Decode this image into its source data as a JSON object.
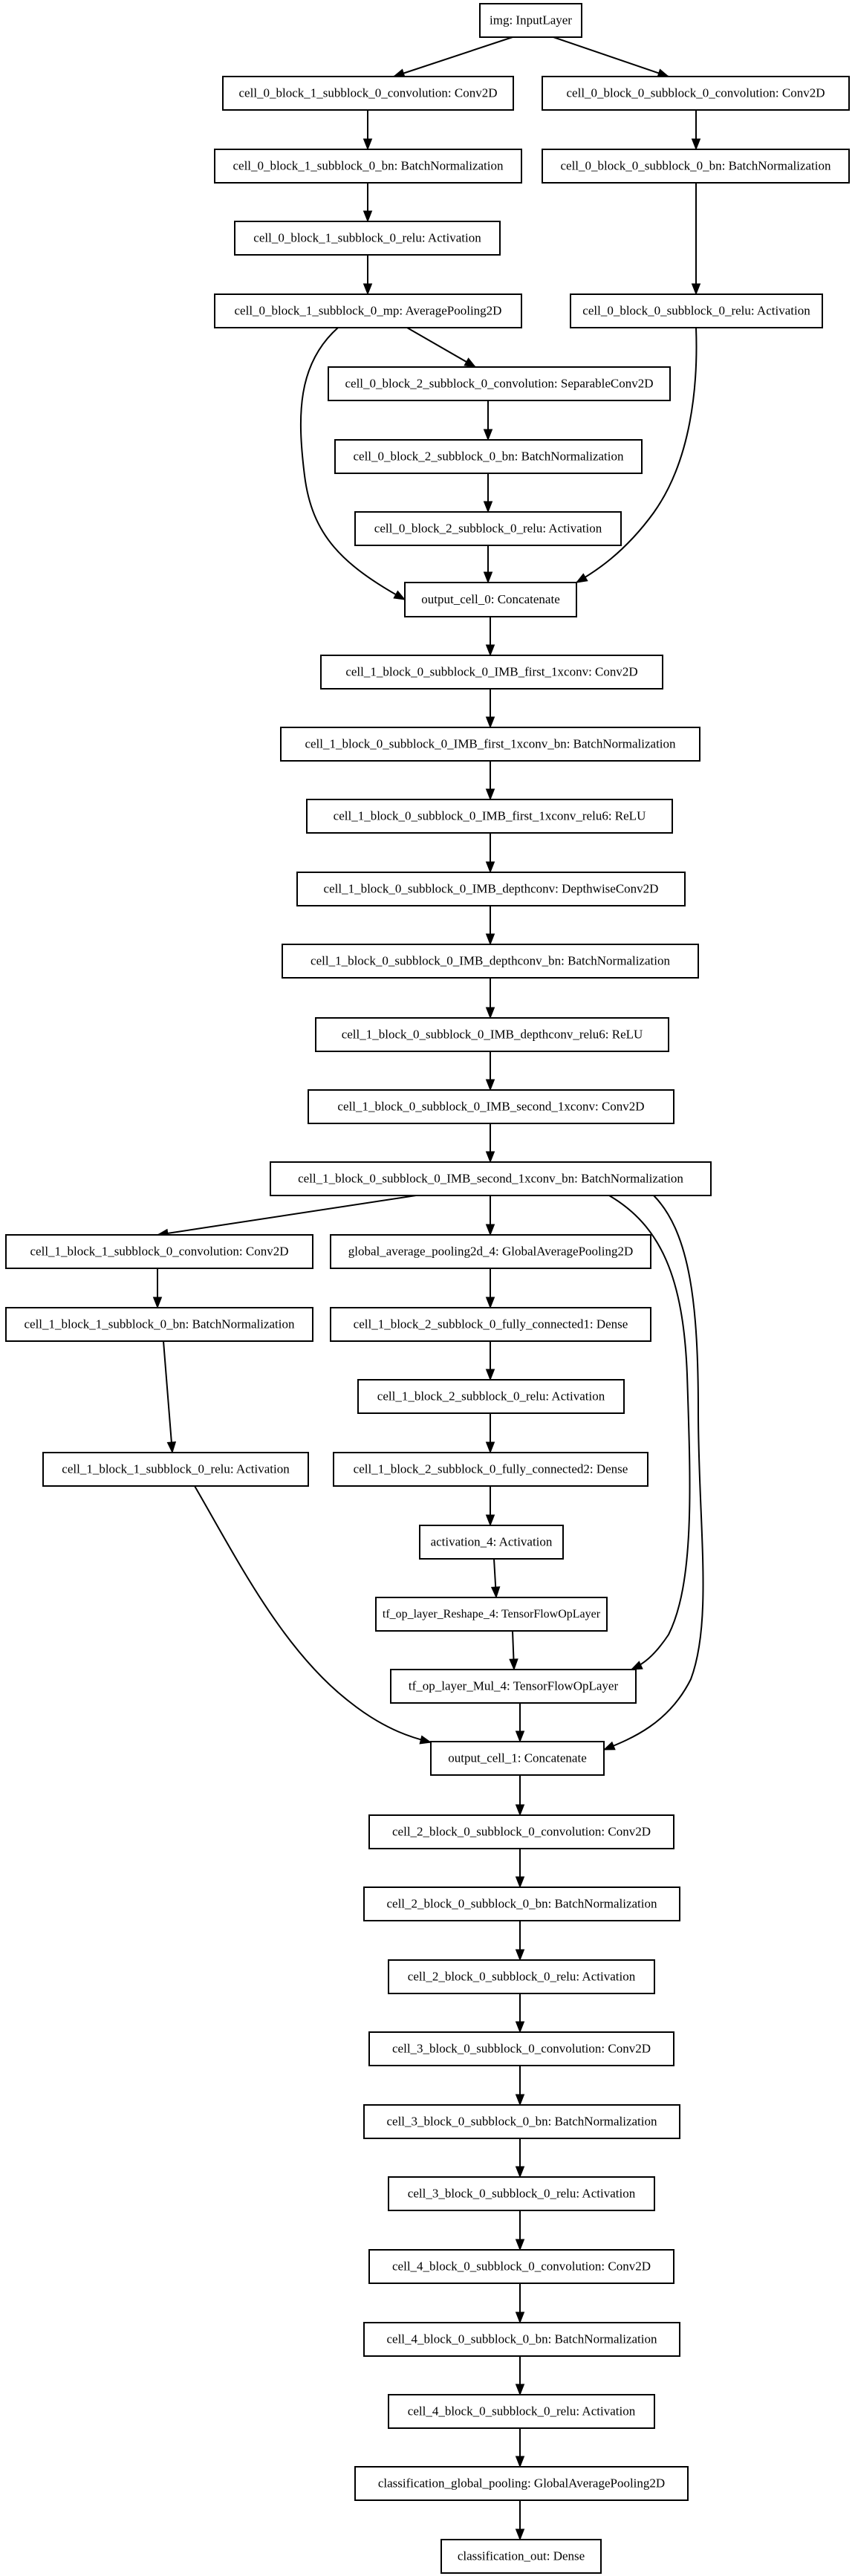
{
  "diagram": {
    "type": "keras-model-graph",
    "nodes": [
      {
        "id": "img",
        "label": "img: InputLayer"
      },
      {
        "id": "c0b1_conv",
        "label": "cell_0_block_1_subblock_0_convolution: Conv2D"
      },
      {
        "id": "c0b0_conv",
        "label": "cell_0_block_0_subblock_0_convolution: Conv2D"
      },
      {
        "id": "c0b1_bn",
        "label": "cell_0_block_1_subblock_0_bn: BatchNormalization"
      },
      {
        "id": "c0b0_bn",
        "label": "cell_0_block_0_subblock_0_bn: BatchNormalization"
      },
      {
        "id": "c0b1_relu",
        "label": "cell_0_block_1_subblock_0_relu: Activation"
      },
      {
        "id": "c0b1_mp",
        "label": "cell_0_block_1_subblock_0_mp: AveragePooling2D"
      },
      {
        "id": "c0b0_relu",
        "label": "cell_0_block_0_subblock_0_relu: Activation"
      },
      {
        "id": "c0b2_conv",
        "label": "cell_0_block_2_subblock_0_convolution: SeparableConv2D"
      },
      {
        "id": "c0b2_bn",
        "label": "cell_0_block_2_subblock_0_bn: BatchNormalization"
      },
      {
        "id": "c0b2_relu",
        "label": "cell_0_block_2_subblock_0_relu: Activation"
      },
      {
        "id": "out0",
        "label": "output_cell_0: Concatenate"
      },
      {
        "id": "imb_first",
        "label": "cell_1_block_0_subblock_0_IMB_first_1xconv: Conv2D"
      },
      {
        "id": "imb_first_bn",
        "label": "cell_1_block_0_subblock_0_IMB_first_1xconv_bn: BatchNormalization"
      },
      {
        "id": "imb_first_relu6",
        "label": "cell_1_block_0_subblock_0_IMB_first_1xconv_relu6: ReLU"
      },
      {
        "id": "imb_dw",
        "label": "cell_1_block_0_subblock_0_IMB_depthconv: DepthwiseConv2D"
      },
      {
        "id": "imb_dw_bn",
        "label": "cell_1_block_0_subblock_0_IMB_depthconv_bn: BatchNormalization"
      },
      {
        "id": "imb_dw_relu6",
        "label": "cell_1_block_0_subblock_0_IMB_depthconv_relu6: ReLU"
      },
      {
        "id": "imb_second",
        "label": "cell_1_block_0_subblock_0_IMB_second_1xconv: Conv2D"
      },
      {
        "id": "imb_second_bn",
        "label": "cell_1_block_0_subblock_0_IMB_second_1xconv_bn: BatchNormalization"
      },
      {
        "id": "c1b1_conv",
        "label": "cell_1_block_1_subblock_0_convolution: Conv2D"
      },
      {
        "id": "gap4",
        "label": "global_average_pooling2d_4: GlobalAveragePooling2D"
      },
      {
        "id": "c1b1_bn",
        "label": "cell_1_block_1_subblock_0_bn: BatchNormalization"
      },
      {
        "id": "c1b2_fc1",
        "label": "cell_1_block_2_subblock_0_fully_connected1: Dense"
      },
      {
        "id": "c1b2_relu",
        "label": "cell_1_block_2_subblock_0_relu: Activation"
      },
      {
        "id": "c1b1_relu",
        "label": "cell_1_block_1_subblock_0_relu: Activation"
      },
      {
        "id": "c1b2_fc2",
        "label": "cell_1_block_2_subblock_0_fully_connected2: Dense"
      },
      {
        "id": "act4",
        "label": "activation_4: Activation"
      },
      {
        "id": "reshape4",
        "label": "tf_op_layer_Reshape_4: TensorFlowOpLayer"
      },
      {
        "id": "mul4",
        "label": "tf_op_layer_Mul_4: TensorFlowOpLayer"
      },
      {
        "id": "out1",
        "label": "output_cell_1: Concatenate"
      },
      {
        "id": "c2_conv",
        "label": "cell_2_block_0_subblock_0_convolution: Conv2D"
      },
      {
        "id": "c2_bn",
        "label": "cell_2_block_0_subblock_0_bn: BatchNormalization"
      },
      {
        "id": "c2_relu",
        "label": "cell_2_block_0_subblock_0_relu: Activation"
      },
      {
        "id": "c3_conv",
        "label": "cell_3_block_0_subblock_0_convolution: Conv2D"
      },
      {
        "id": "c3_bn",
        "label": "cell_3_block_0_subblock_0_bn: BatchNormalization"
      },
      {
        "id": "c3_relu",
        "label": "cell_3_block_0_subblock_0_relu: Activation"
      },
      {
        "id": "c4_conv",
        "label": "cell_4_block_0_subblock_0_convolution: Conv2D"
      },
      {
        "id": "c4_bn",
        "label": "cell_4_block_0_subblock_0_bn: BatchNormalization"
      },
      {
        "id": "c4_relu",
        "label": "cell_4_block_0_subblock_0_relu: Activation"
      },
      {
        "id": "cls_pool",
        "label": "classification_global_pooling: GlobalAveragePooling2D"
      },
      {
        "id": "cls_out",
        "label": "classification_out: Dense"
      }
    ],
    "edges": [
      {
        "from": "img",
        "to": "c0b1_conv"
      },
      {
        "from": "img",
        "to": "c0b0_conv"
      },
      {
        "from": "c0b1_conv",
        "to": "c0b1_bn"
      },
      {
        "from": "c0b0_conv",
        "to": "c0b0_bn"
      },
      {
        "from": "c0b1_bn",
        "to": "c0b1_relu"
      },
      {
        "from": "c0b1_relu",
        "to": "c0b1_mp"
      },
      {
        "from": "c0b0_bn",
        "to": "c0b0_relu"
      },
      {
        "from": "c0b1_mp",
        "to": "c0b2_conv"
      },
      {
        "from": "c0b1_mp",
        "to": "out0"
      },
      {
        "from": "c0b2_conv",
        "to": "c0b2_bn"
      },
      {
        "from": "c0b2_bn",
        "to": "c0b2_relu"
      },
      {
        "from": "c0b2_relu",
        "to": "out0"
      },
      {
        "from": "c0b0_relu",
        "to": "out0"
      },
      {
        "from": "out0",
        "to": "imb_first"
      },
      {
        "from": "imb_first",
        "to": "imb_first_bn"
      },
      {
        "from": "imb_first_bn",
        "to": "imb_first_relu6"
      },
      {
        "from": "imb_first_relu6",
        "to": "imb_dw"
      },
      {
        "from": "imb_dw",
        "to": "imb_dw_bn"
      },
      {
        "from": "imb_dw_bn",
        "to": "imb_dw_relu6"
      },
      {
        "from": "imb_dw_relu6",
        "to": "imb_second"
      },
      {
        "from": "imb_second",
        "to": "imb_second_bn"
      },
      {
        "from": "imb_second_bn",
        "to": "c1b1_conv"
      },
      {
        "from": "imb_second_bn",
        "to": "gap4"
      },
      {
        "from": "imb_second_bn",
        "to": "mul4"
      },
      {
        "from": "imb_second_bn",
        "to": "out1"
      },
      {
        "from": "c1b1_conv",
        "to": "c1b1_bn"
      },
      {
        "from": "c1b1_bn",
        "to": "c1b1_relu"
      },
      {
        "from": "c1b1_relu",
        "to": "out1"
      },
      {
        "from": "gap4",
        "to": "c1b2_fc1"
      },
      {
        "from": "c1b2_fc1",
        "to": "c1b2_relu"
      },
      {
        "from": "c1b2_relu",
        "to": "c1b2_fc2"
      },
      {
        "from": "c1b2_fc2",
        "to": "act4"
      },
      {
        "from": "act4",
        "to": "reshape4"
      },
      {
        "from": "reshape4",
        "to": "mul4"
      },
      {
        "from": "mul4",
        "to": "out1"
      },
      {
        "from": "out1",
        "to": "c2_conv"
      },
      {
        "from": "c2_conv",
        "to": "c2_bn"
      },
      {
        "from": "c2_bn",
        "to": "c2_relu"
      },
      {
        "from": "c2_relu",
        "to": "c3_conv"
      },
      {
        "from": "c3_conv",
        "to": "c3_bn"
      },
      {
        "from": "c3_bn",
        "to": "c3_relu"
      },
      {
        "from": "c3_relu",
        "to": "c4_conv"
      },
      {
        "from": "c4_conv",
        "to": "c4_bn"
      },
      {
        "from": "c4_bn",
        "to": "c4_relu"
      },
      {
        "from": "c4_relu",
        "to": "cls_pool"
      },
      {
        "from": "cls_pool",
        "to": "cls_out"
      }
    ]
  },
  "colors": {
    "line": "#000000",
    "node_fill": "#ffffff",
    "background": "#ffffff"
  }
}
